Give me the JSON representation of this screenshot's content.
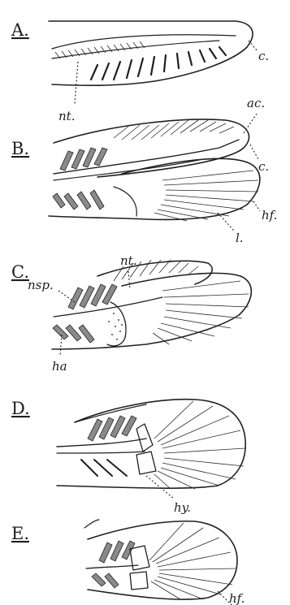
{
  "panels": [
    {
      "id": "A",
      "letter": "A.",
      "labels": [
        "nt.",
        "c."
      ]
    },
    {
      "id": "B",
      "letter": "B.",
      "labels": [
        "ac.",
        "c.",
        "hf.",
        "l."
      ]
    },
    {
      "id": "C",
      "letter": "C.",
      "labels": [
        "nsp.",
        "nt.",
        "ha"
      ]
    },
    {
      "id": "D",
      "letter": "D.",
      "labels": [
        "hy."
      ]
    },
    {
      "id": "E",
      "letter": "E.",
      "labels": [
        "hf."
      ]
    }
  ]
}
